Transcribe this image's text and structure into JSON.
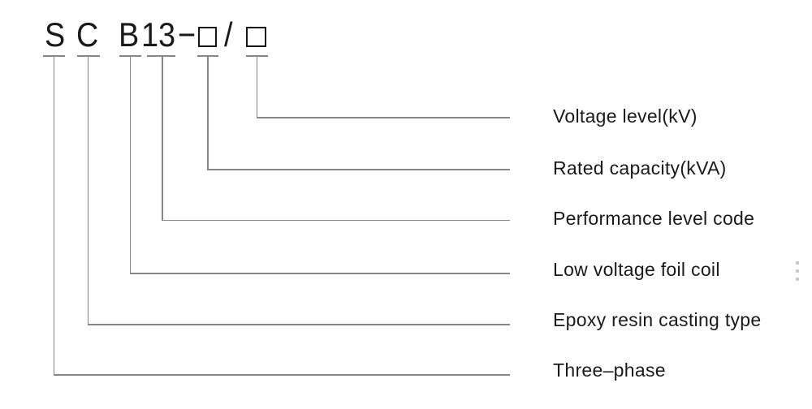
{
  "designation": {
    "full_code": "SCB13-□/□",
    "segments": [
      {
        "symbol": "S",
        "meaning": "Three–phase"
      },
      {
        "symbol": "C",
        "meaning": "Epoxy resin casting type"
      },
      {
        "symbol": "B",
        "meaning": "Low voltage foil coil"
      },
      {
        "symbol": "13",
        "meaning": "Performance level code"
      },
      {
        "symbol": "□",
        "meaning": "Rated capacity(kVA)"
      },
      {
        "symbol": "□",
        "meaning": "Voltage level(kV)"
      }
    ],
    "separators": {
      "dash": "−",
      "slash": "/"
    }
  },
  "colors": {
    "line": "#868686",
    "text": "#1a1a1a",
    "background": "#ffffff"
  }
}
